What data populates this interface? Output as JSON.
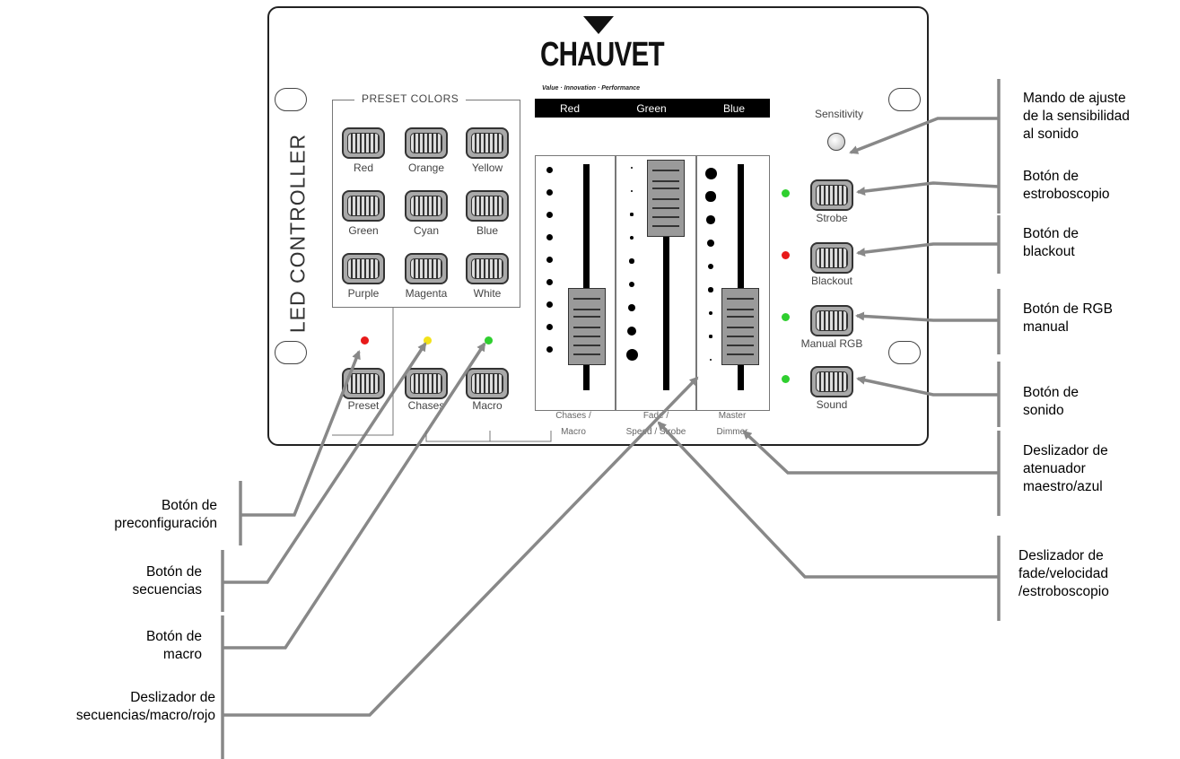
{
  "brand": {
    "logo_text": "CHAUVET",
    "tagline": "Value · Innovation · Performance"
  },
  "device": {
    "side_label": "LED CONTROLLER",
    "rgb_header": [
      "Red",
      "Green",
      "Blue"
    ],
    "preset_title": "PRESET COLORS",
    "preset_buttons": [
      "Red",
      "Orange",
      "Yellow",
      "Green",
      "Cyan",
      "Blue",
      "Purple",
      "Magenta",
      "White"
    ],
    "mode_buttons": [
      {
        "label": "Preset",
        "led": "#e81a1a"
      },
      {
        "label": "Chases",
        "led": "#f2e21a"
      },
      {
        "label": "Macro",
        "led": "#2fcf2f"
      }
    ],
    "fader_labels": [
      {
        "line1": "Chases /",
        "line2": "Macro"
      },
      {
        "line1": "Fade /",
        "line2": "Speed / Strobe"
      },
      {
        "line1": "Master",
        "line2": "Dimmer"
      }
    ],
    "fader_levels": [
      0.28,
      0.85,
      0.28
    ],
    "sensitivity_label": "Sensitivity",
    "right_buttons": [
      {
        "label": "Strobe",
        "led": "#2fcf2f"
      },
      {
        "label": "Blackout",
        "led": "#e81a1a"
      },
      {
        "label": "Manual RGB",
        "led": "#2fcf2f"
      },
      {
        "label": "Sound",
        "led": "#2fcf2f"
      }
    ]
  },
  "annotations": {
    "right": [
      "Mando de ajuste\nde la sensibilidad\nal sonido",
      "Botón de\nestroboscopio",
      "Botón de\nblackout",
      "Botón de RGB\nmanual",
      "Botón de\nsonido",
      "Deslizador de\natenuador\nmaestro/azul",
      "Deslizador de\nfade/velocidad\n/estroboscopio"
    ],
    "left": [
      "Botón de\npreconfiguración",
      "Botón de\nsecuencias",
      "Botón de\nmacro",
      "Deslizador de\nsecuencias/macro/rojo"
    ]
  },
  "colors": {
    "led_red": "#e81a1a",
    "led_yellow": "#f2e21a",
    "led_green": "#2fcf2f",
    "arrow": "#888888"
  }
}
